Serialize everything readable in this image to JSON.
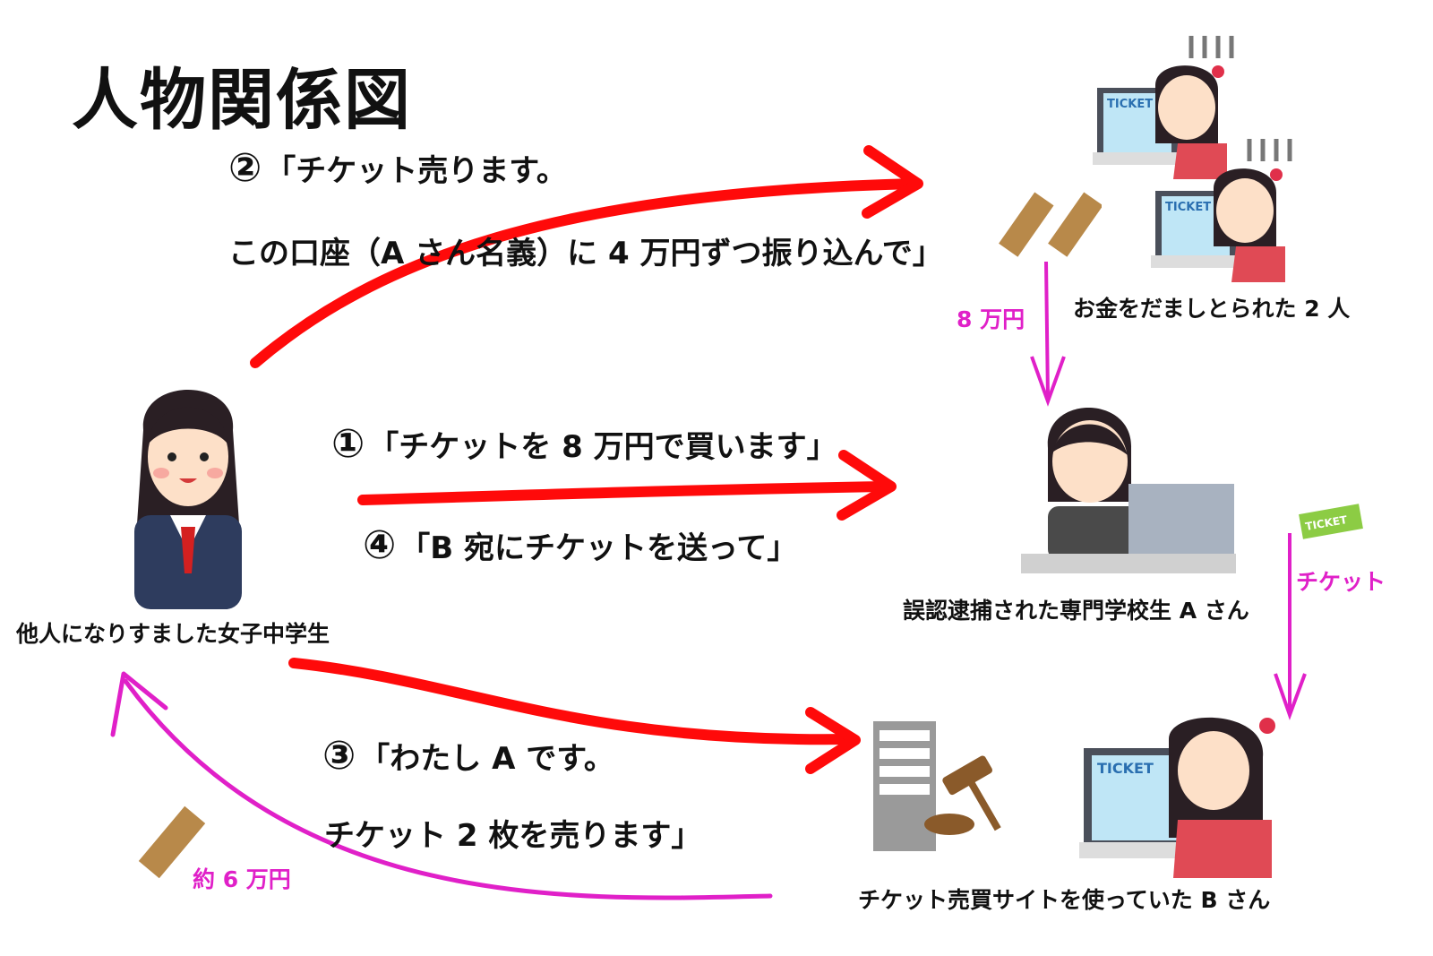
{
  "title": "人物関係図",
  "messages": {
    "m2_num": "②",
    "m2_line1": "「チケット売ります。",
    "m2_line2": "この口座（A さん名義）に 4 万円ずつ振り込んで」",
    "m1_num": "①",
    "m1_text": "「チケットを 8 万円で買います」",
    "m4_num": "④",
    "m4_text": "「B 宛にチケットを送って」",
    "m3_num": "③",
    "m3_line1": "「わたし A です。",
    "m3_line2": "チケット 2 枚を売ります」"
  },
  "captions": {
    "girl": "他人になりすました女子中学生",
    "victims": "お金をだましとられた 2 人",
    "student_a": "誤認逮捕された専門学校生 A さん",
    "user_b": "チケット売買サイトを使っていた B さん"
  },
  "flows": {
    "money_8": "8 万円",
    "ticket": "チケット",
    "money_6": "約 6 万円"
  },
  "ticket_labels": {
    "ticket": "TICKET"
  },
  "colors": {
    "red": "#ff0a0a",
    "pink": "#e020c8"
  },
  "icons": [
    "schoolgirl",
    "worried-woman-laptop",
    "woman-laptop-student-a",
    "woman-laptop-b",
    "server-gavel",
    "money-envelope",
    "green-ticket"
  ]
}
